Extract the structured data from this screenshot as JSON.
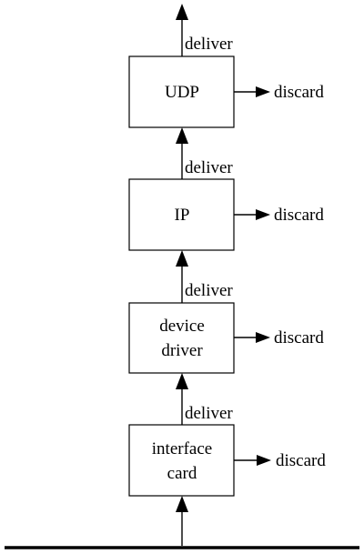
{
  "layers": [
    {
      "id": "udp",
      "lines": [
        "UDP"
      ]
    },
    {
      "id": "ip",
      "lines": [
        "IP"
      ]
    },
    {
      "id": "device-driver",
      "lines": [
        "device",
        "driver"
      ]
    },
    {
      "id": "interface-card",
      "lines": [
        "interface",
        "card"
      ]
    }
  ],
  "deliver_label": "deliver",
  "discard_label": "discard"
}
